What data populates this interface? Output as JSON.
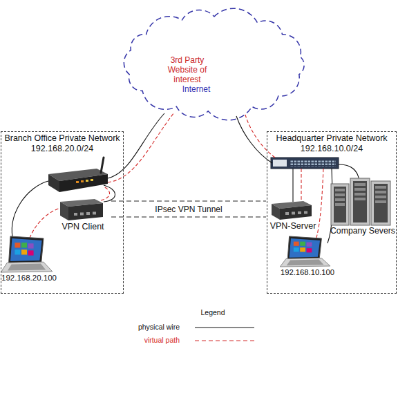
{
  "diagram": {
    "nodes": [
      {
        "text": [
          "3rd Party Website of interest",
          "Internet"
        ]
      },
      {
        "text": [
          "Branch Office Private Network",
          "192.168.20.0/24"
        ]
      },
      {
        "text": [
          "VPN Client"
        ],
        "in": 1
      },
      {
        "text": [
          "192.168.20.100"
        ],
        "in": 1
      },
      {
        "text": [
          "Headquarter Private Network",
          "192.168.10.0/24"
        ]
      },
      {
        "text": [
          "VPN-Server"
        ],
        "in": 4
      },
      {
        "text": [
          "192.168.10.100"
        ],
        "in": 4
      },
      {
        "text": [
          "Company Severs"
        ],
        "in": 4
      }
    ],
    "edges": [
      {
        "from": 2,
        "to": 5,
        "label": "IPsec VPN Tunnel",
        "arrow": "none"
      }
    ],
    "labels": [
      "Legend"
    ],
    "legend": [
      {
        "text": "physical wire"
      },
      {
        "text": "virtual path"
      }
    ]
  }
}
